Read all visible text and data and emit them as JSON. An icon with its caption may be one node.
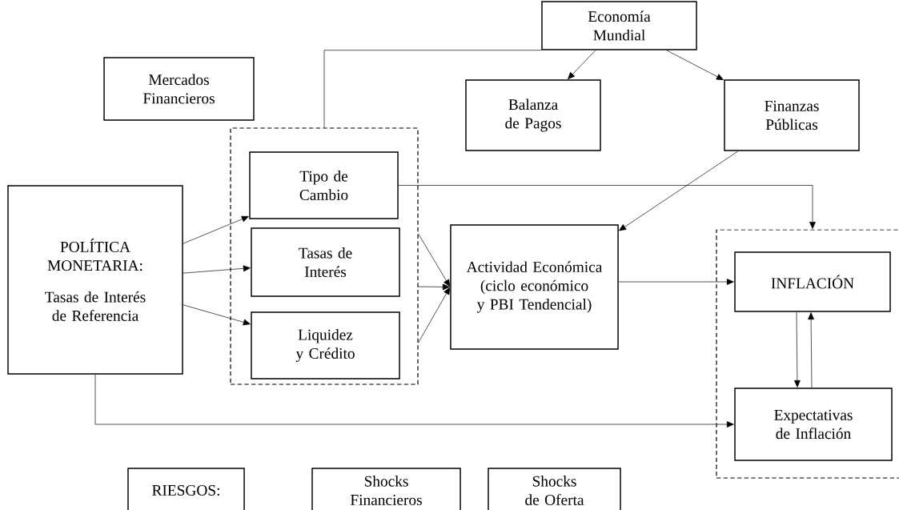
{
  "diagram": {
    "nodes": [
      {
        "text": [
          "Economía Mundial"
        ]
      },
      {
        "text": [
          "Mercados Financieros"
        ]
      },
      {
        "text": [],
        "shape": "box"
      },
      {
        "text": [
          "Tipo de Cambio"
        ],
        "in": 2
      },
      {
        "text": [
          "Tasas de Interés"
        ],
        "in": 2
      },
      {
        "text": [
          "Liquidez y Crédito"
        ],
        "in": 2
      },
      {
        "text": [
          "Balanza de Pagos"
        ]
      },
      {
        "text": [
          "Finanzas Públicas"
        ]
      },
      {
        "text": [
          "POLÍTICA MONETARIA:",
          "Tasas de Interés de Referencia"
        ]
      },
      {
        "text": [
          "Actividad Económica (ciclo económico y PBI Tendencial)"
        ]
      },
      {
        "text": [],
        "shape": "box"
      },
      {
        "text": [
          "INFLACIÓN"
        ],
        "in": 10
      },
      {
        "text": [
          "Expectativas de Inflación"
        ],
        "in": 10
      },
      {
        "text": [
          "RIESGOS:"
        ]
      },
      {
        "text": [
          "Shocks Financieros"
        ]
      },
      {
        "text": [
          "Shocks de Oferta"
        ]
      }
    ],
    "edges": [
      {
        "from": 0,
        "to": 6,
        "arrow": "to"
      },
      {
        "from": 0,
        "to": 7,
        "arrow": "to"
      },
      {
        "from": 2,
        "to": 0,
        "arrow": "none"
      },
      {
        "from": 8,
        "to": 3,
        "arrow": "to"
      },
      {
        "from": 8,
        "to": 4,
        "arrow": "to"
      },
      {
        "from": 8,
        "to": 5,
        "arrow": "to"
      },
      {
        "from": 3,
        "to": 10,
        "arrow": "to"
      },
      {
        "from": 7,
        "to": 9,
        "arrow": "to"
      },
      {
        "from": 2,
        "to": 9,
        "arrow": "to"
      },
      {
        "from": 2,
        "to": 9,
        "arrow": "to"
      },
      {
        "from": 2,
        "to": 9,
        "arrow": "to"
      },
      {
        "from": 9,
        "to": 11,
        "arrow": "to"
      },
      {
        "from": 8,
        "to": 12,
        "arrow": "to"
      },
      {
        "from": 11,
        "to": 12,
        "arrow": "to"
      },
      {
        "from": 12,
        "to": 11,
        "arrow": "to"
      }
    ]
  }
}
